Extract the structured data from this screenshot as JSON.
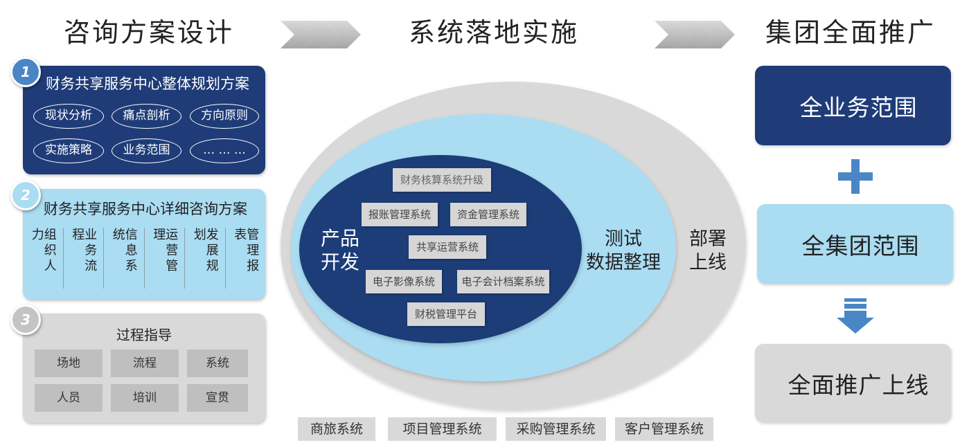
{
  "colors": {
    "navy": "#1f3c78",
    "light_blue": "#aadcf2",
    "gray": "#d9d9d9",
    "accent_blue": "#4a86c5",
    "tile_gray": "#bfbfbf",
    "system_gray": "#d6d6d6"
  },
  "headers": {
    "consulting": "咨询方案设计",
    "implementation": "系统落地实施",
    "rollout": "集团全面推广",
    "separator_icon": "chevron-right-icon"
  },
  "consulting": {
    "overall_plan": {
      "badge": "1",
      "title": "财务共享服务中心整体规划方案",
      "tags": [
        "现状分析",
        "痛点剖析",
        "方向原则",
        "实施策略",
        "业务范围",
        "… … …"
      ]
    },
    "detailed_plan": {
      "badge": "2",
      "title": "财务共享服务中心详细咨询方案",
      "columns": [
        "组织人力",
        "业务流程",
        "信息系统",
        "运营管理",
        "发展规划",
        "管理报表"
      ]
    },
    "guidance": {
      "badge": "3",
      "title": "过程指导",
      "items": [
        "场地",
        "流程",
        "系统",
        "人员",
        "培训",
        "宣贯"
      ]
    }
  },
  "implementation": {
    "development": {
      "line1": "产品",
      "line2": "开发"
    },
    "testing": {
      "line1": "测试",
      "line2": "数据整理"
    },
    "deployment": {
      "line1": "部署",
      "line2": "上线"
    },
    "core_systems": [
      "财务核算系统升级",
      "报账管理系统",
      "资金管理系统",
      "共享运营系统",
      "电子影像系统",
      "电子会计档案系统",
      "财税管理平台"
    ],
    "peripheral_systems": [
      "商旅系统",
      "项目管理系统",
      "采购管理系统",
      "客户管理系统"
    ]
  },
  "rollout": {
    "steps": [
      "全业务范围",
      "全集团范围",
      "全面推广上线"
    ],
    "connector_icons": [
      "plus-icon",
      "arrow-down-icon"
    ]
  }
}
